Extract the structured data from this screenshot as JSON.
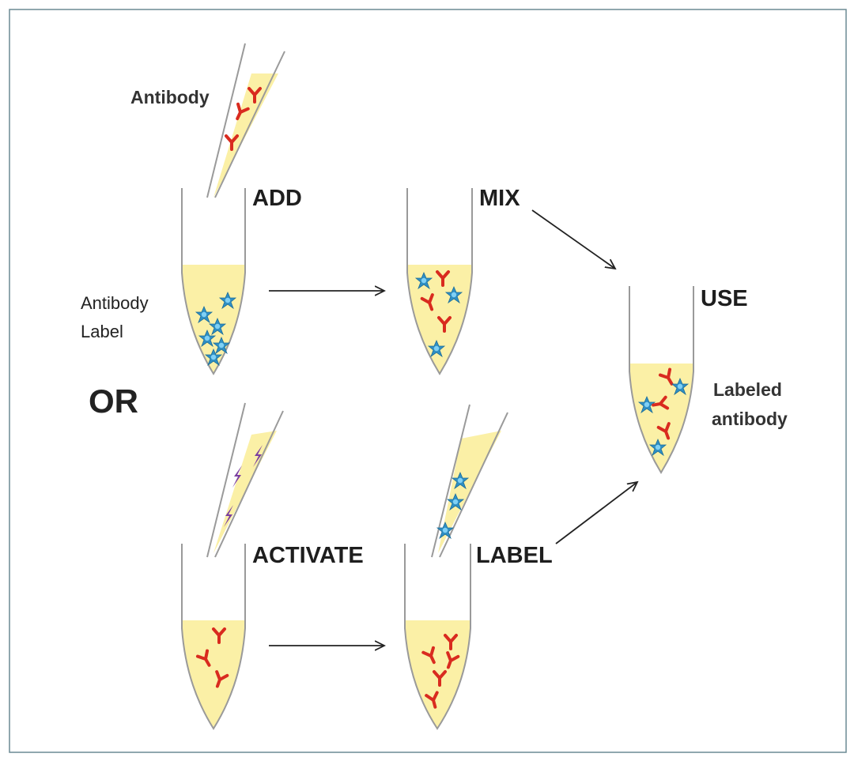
{
  "labels": {
    "antibody_pipette": "Antibody",
    "antibody_label_line1": "Antibody",
    "antibody_label_line2": "Label",
    "or": "OR",
    "add": "ADD",
    "mix": "MIX",
    "use": "USE",
    "activate": "ACTIVATE",
    "label": "LABEL",
    "labeled_line1": "Labeled",
    "labeled_line2": "antibody"
  },
  "colors": {
    "liquid": "#fbf0a6",
    "tube_outline": "#9a9a9a",
    "antibody": "#d92b1f",
    "label_molecule": "#2f8fc4",
    "label_molecule_core": "#7fd0f5",
    "activator": "#7b3fa0",
    "arrow": "#222222",
    "frame": "#6b8a94"
  },
  "icons": {
    "antibody": "antibody-y-icon",
    "label": "star-molecule-icon",
    "activator": "lightning-bolt-icon"
  }
}
